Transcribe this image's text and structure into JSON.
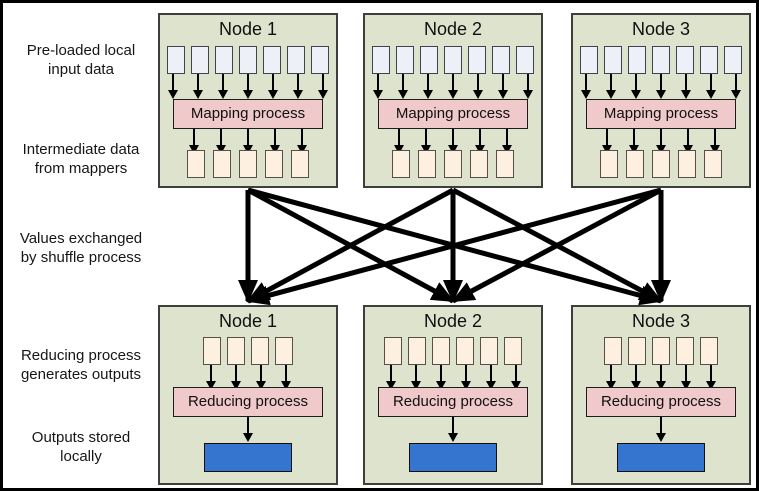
{
  "side_labels": [
    {
      "line1": "Pre-loaded local",
      "line2": "input data"
    },
    {
      "line1": "Intermediate data",
      "line2": "from mappers"
    },
    {
      "line1": "Values exchanged",
      "line2": "by shuffle process"
    },
    {
      "line1": "Reducing process",
      "line2": "generates outputs"
    },
    {
      "line1": "Outputs stored",
      "line2": "locally"
    }
  ],
  "map_row": {
    "nodes": [
      {
        "title": "Node 1",
        "process_label": "Mapping process",
        "input_count": 7,
        "intermediate_count": 5
      },
      {
        "title": "Node 2",
        "process_label": "Mapping process",
        "input_count": 7,
        "intermediate_count": 5
      },
      {
        "title": "Node 3",
        "process_label": "Mapping process",
        "input_count": 7,
        "intermediate_count": 5
      }
    ]
  },
  "reduce_row": {
    "nodes": [
      {
        "title": "Node 1",
        "process_label": "Reducing process",
        "input_count": 4,
        "output_count": 1
      },
      {
        "title": "Node 2",
        "process_label": "Reducing process",
        "input_count": 6,
        "output_count": 1
      },
      {
        "title": "Node 3",
        "process_label": "Reducing process",
        "input_count": 5,
        "output_count": 1
      }
    ]
  },
  "shuffle": {
    "arrow_count": 9,
    "description": "every map node sends data to every reduce node"
  },
  "colors": {
    "node_bg": "#dde3cc",
    "input_box": "#edf0f7",
    "intermediate_box": "#fdf0e0",
    "process_box": "#f0c9ca",
    "output_box": "#3575cf",
    "arrow": "#000000"
  }
}
